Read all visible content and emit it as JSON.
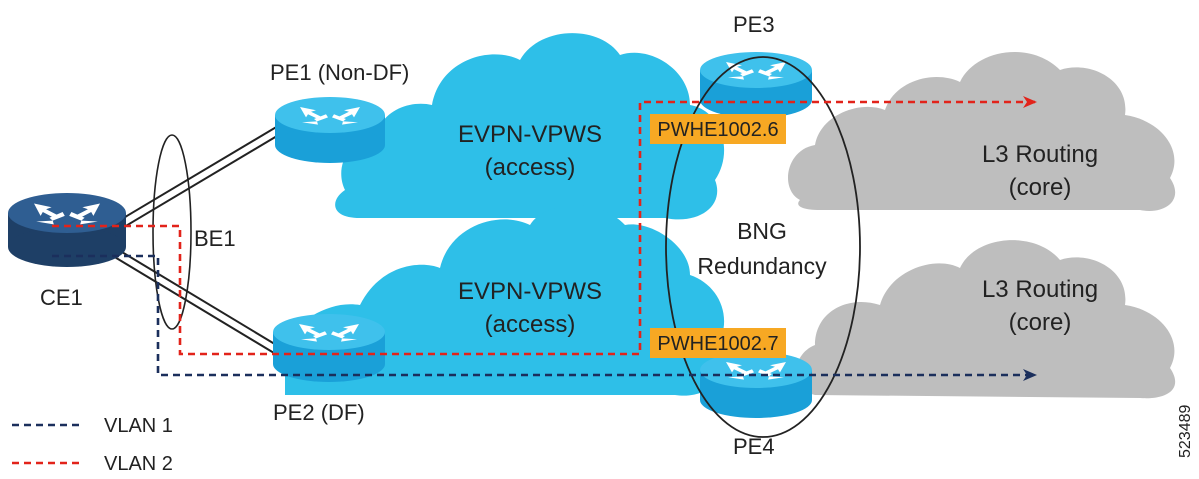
{
  "colors": {
    "cloud_blue": "#2EBFE8",
    "cloud_gray": "#BEBEBE",
    "router_blue": "#1FA4DA",
    "router_dark": "#1E3F66",
    "vlan1": "#1B2F5C",
    "vlan2": "#E2231A",
    "tag_fill": "#F7A823",
    "text": "#222222"
  },
  "nodes": {
    "ce1": "CE1",
    "pe1": "PE1 (Non-DF)",
    "pe2": "PE2 (DF)",
    "pe3": "PE3",
    "pe4": "PE4"
  },
  "bundle": "BE1",
  "clouds": {
    "evpn_top": [
      "EVPN-VPWS",
      "(access)"
    ],
    "evpn_bottom": [
      "EVPN-VPWS",
      "(access)"
    ],
    "l3_top": [
      "L3 Routing",
      "(core)"
    ],
    "l3_bottom": [
      "L3 Routing",
      "(core)"
    ]
  },
  "bng": [
    "BNG",
    "Redundancy"
  ],
  "tags": {
    "top": "PWHE1002.6",
    "bottom": "PWHE1002.7"
  },
  "legend": [
    {
      "label": "VLAN 1",
      "style": "vlan1"
    },
    {
      "label": "VLAN 2",
      "style": "vlan2"
    }
  ],
  "figure_id": "523489"
}
